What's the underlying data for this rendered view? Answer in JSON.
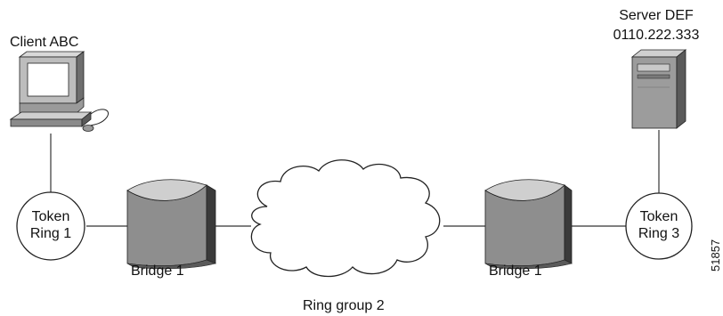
{
  "client": {
    "label": "Client ABC"
  },
  "server": {
    "label_line1": "Server DEF",
    "label_line2": "0110.222.333"
  },
  "ring_left": {
    "line1": "Token",
    "line2": "Ring 1"
  },
  "ring_right": {
    "line1": "Token",
    "line2": "Ring 3"
  },
  "bridge_left": {
    "label": "Bridge 1"
  },
  "bridge_right": {
    "label": "Bridge 1"
  },
  "cloud": {
    "label": "Ring group 2"
  },
  "figure_id": "51857",
  "colors": {
    "device_gray": "#8c8c8c",
    "device_dark": "#3a3a3a",
    "device_light": "#c8c8c8",
    "line": "#333333"
  }
}
